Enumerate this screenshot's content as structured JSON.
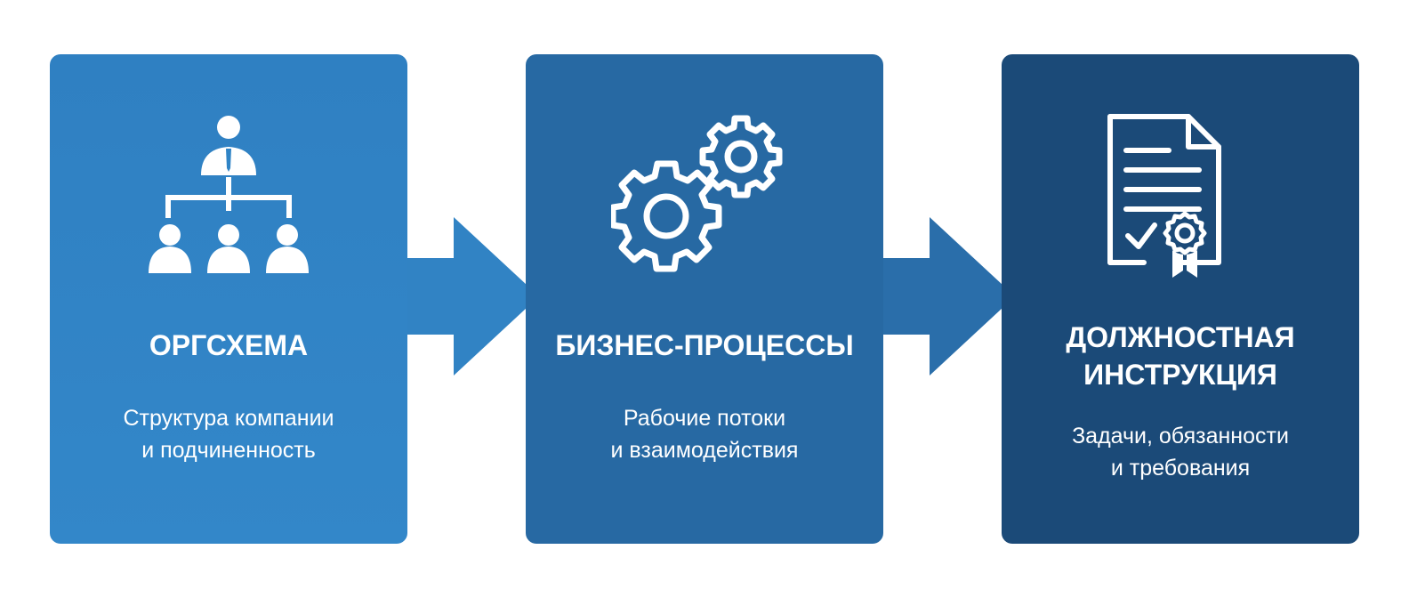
{
  "steps": [
    {
      "icon": "org-chart-icon",
      "title": "ОРГСХЕМА",
      "description": "Структура компании\nи подчиненность"
    },
    {
      "icon": "gears-icon",
      "title": "БИЗНЕС-ПРОЦЕССЫ",
      "description": "Рабочие потоки\nи взаимодействия"
    },
    {
      "icon": "certified-document-icon",
      "title": "ДОЛЖНОСТНАЯ\nИНСТРУКЦИЯ",
      "description": "Задачи, обязанности\nи требования"
    }
  ],
  "colors": {
    "step_1": "#3185c7",
    "step_2": "#2769a3",
    "step_3": "#1b4a78",
    "arrow": "#3183c4",
    "text": "#ffffff"
  }
}
